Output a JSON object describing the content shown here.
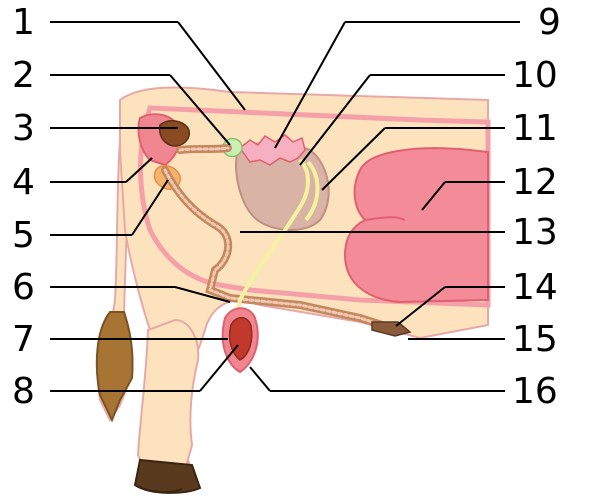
{
  "labels": {
    "l1": "1",
    "l2": "2",
    "l3": "3",
    "l4": "4",
    "l5": "5",
    "l6": "6",
    "l7": "7",
    "l8": "8",
    "l9": "9",
    "l10": "10",
    "l11": "11",
    "l12": "12",
    "l13": "13",
    "l14": "14",
    "l15": "15",
    "l16": "16"
  },
  "colors": {
    "body": "#fde3bd",
    "outline": "#e7a9a8",
    "membrane": "#f5a0a8",
    "organ": "#f08790",
    "organ_dark": "#c0392b",
    "ovary": "#8a4a22",
    "urethra": "#f4f1a0",
    "sheath": "#d9b3a5",
    "hoof": "#5a3a1e",
    "tail": "#a77434"
  }
}
